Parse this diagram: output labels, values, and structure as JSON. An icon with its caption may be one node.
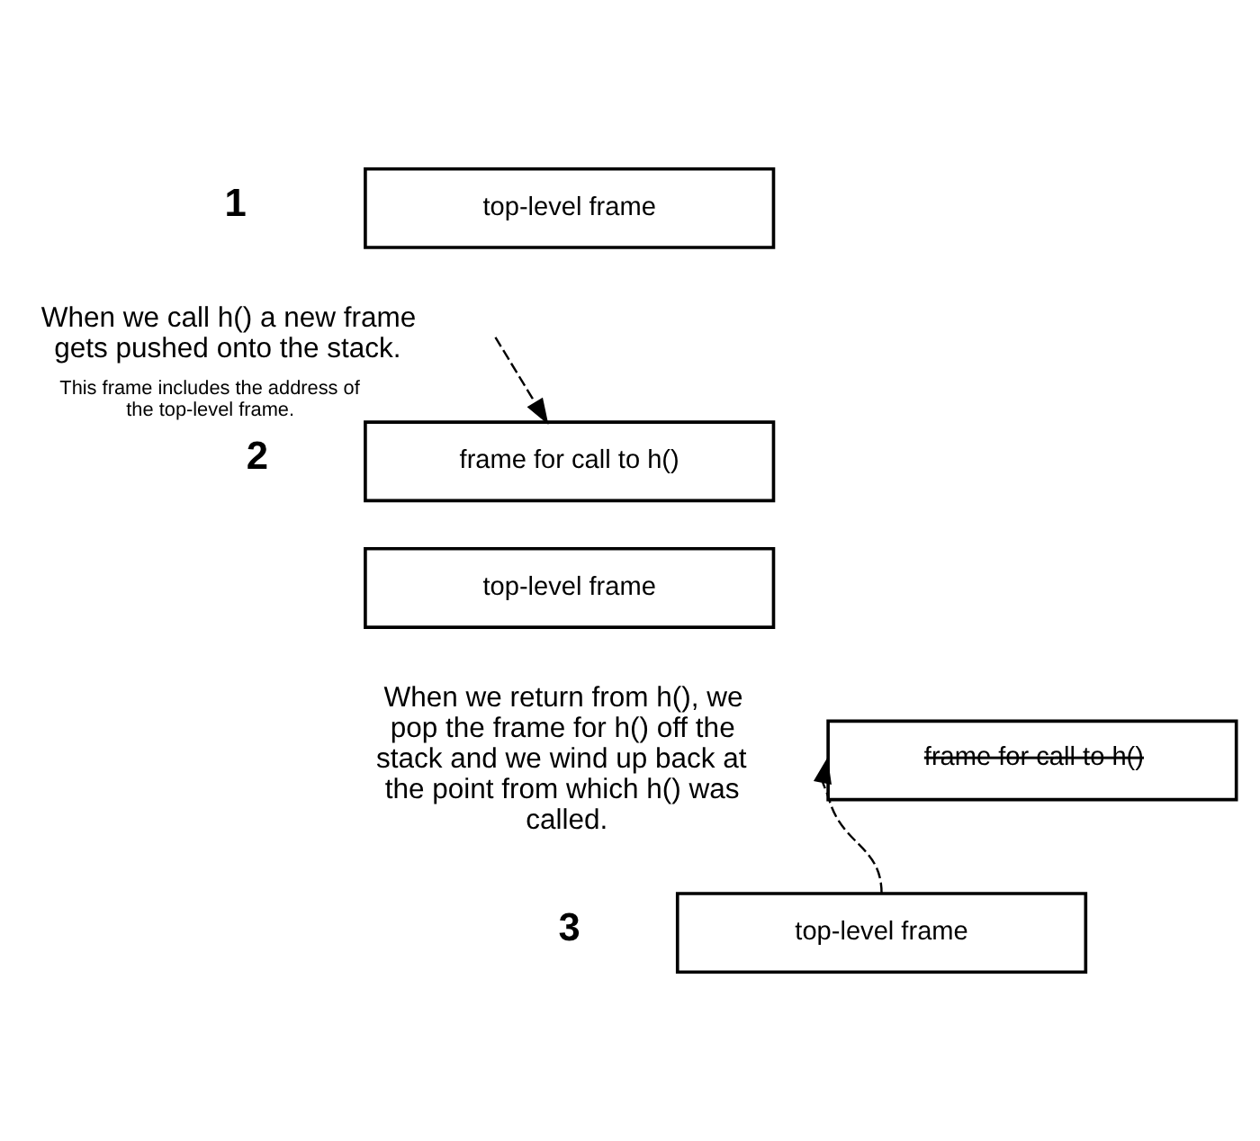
{
  "diagram": {
    "nodes": [
      {
        "text": [
          "top-level frame"
        ]
      },
      {
        "text": [
          "frame for call to h()"
        ],
        "beside": [
          "This frame includes the address of the top-level frame."
        ]
      },
      {
        "text": [
          "top-level frame"
        ]
      },
      {
        "text": [
          "top-level frame"
        ]
      },
      {
        "text": [
          "frame for call to h()"
        ]
      }
    ],
    "edges": [
      {
        "from": null,
        "to": 1,
        "arrow": "to",
        "style": "dashed"
      },
      {
        "from": 3,
        "to": 4,
        "arrow": "to",
        "style": "dashed"
      }
    ],
    "labels": [
      "1",
      "When we call h() a new frame gets pushed onto the stack.",
      "2",
      "When we return from h(), we pop the frame for h() off the stack and we wind up back at the point from which h() was called.",
      "3"
    ]
  }
}
